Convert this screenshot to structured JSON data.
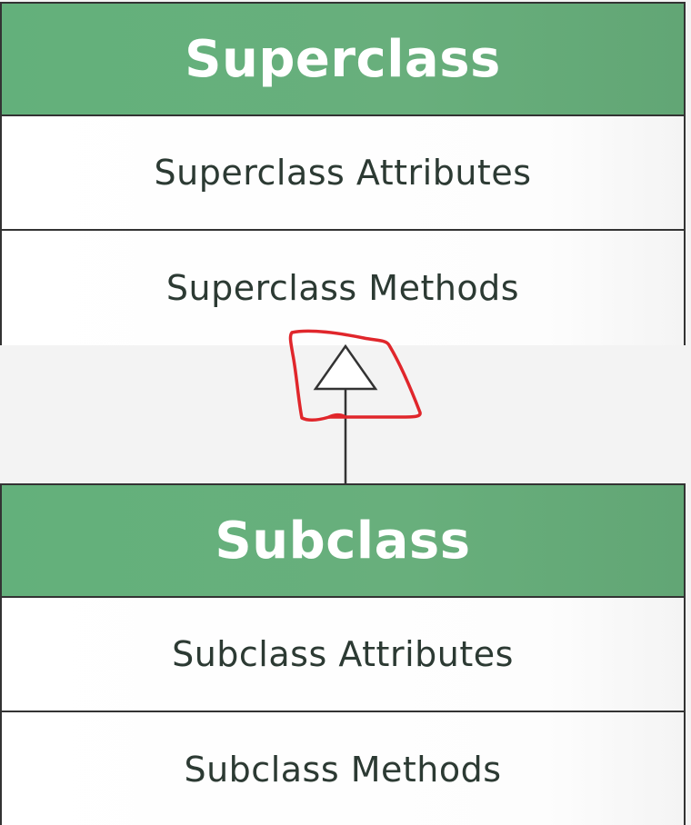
{
  "superclass": {
    "name": "Superclass",
    "attributes": "Superclass Attributes",
    "methods": "Superclass Methods"
  },
  "subclass": {
    "name": "Subclass",
    "attributes": "Subclass Attributes",
    "methods": "Subclass Methods"
  },
  "relationship": {
    "type": "inheritance",
    "from": "Subclass",
    "to": "Superclass",
    "arrowhead": "hollow-triangle"
  },
  "annotation": {
    "type": "hand-drawn-circle",
    "target": "inheritance-arrowhead",
    "color": "#e0262b"
  },
  "colors": {
    "header_green": "#66ad7a",
    "border": "#333333",
    "text": "#2c3a33"
  }
}
